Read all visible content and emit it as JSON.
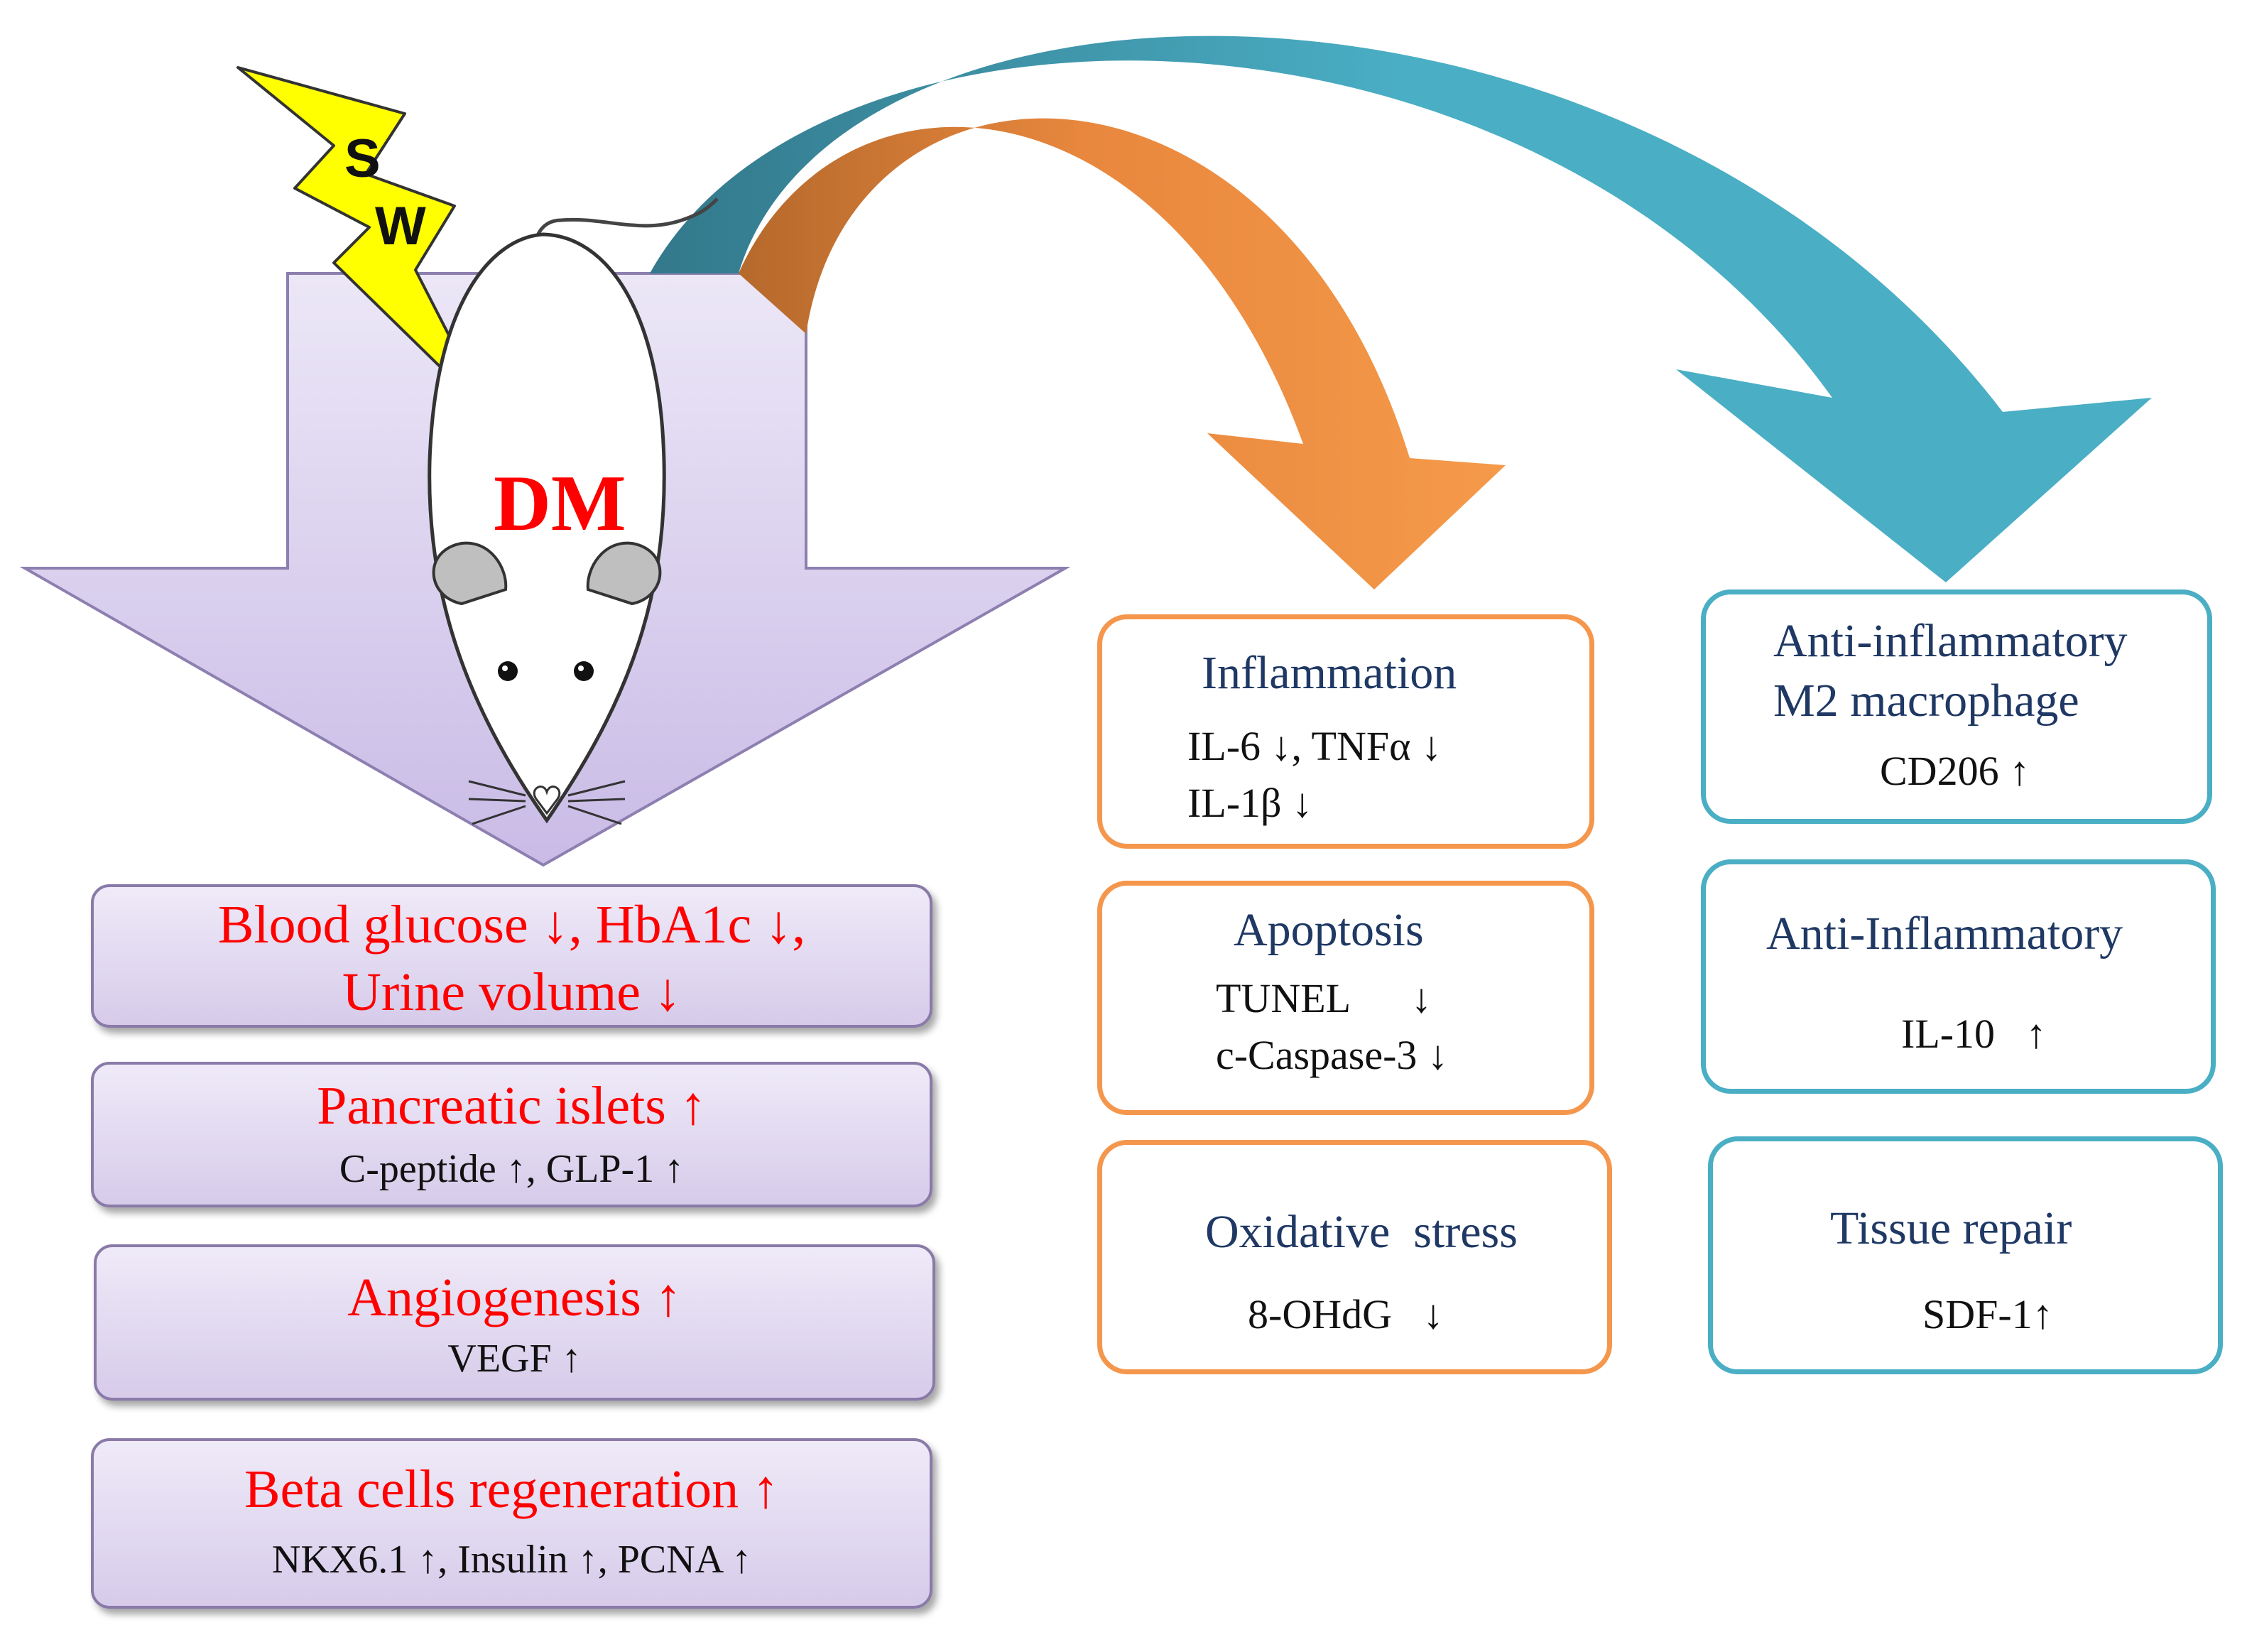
{
  "zap": {
    "line1": "S",
    "line2": "W"
  },
  "mouse": {
    "label": "DM"
  },
  "left_boxes": [
    {
      "line1": "Blood glucose ↓, HbA1c ↓,",
      "line2": "Urine volume ↓"
    },
    {
      "title": "Pancreatic islets ↑",
      "sub": "C-peptide ↑,  GLP-1 ↑"
    },
    {
      "title": "Angiogenesis ↑",
      "sub": "VEGF ↑"
    },
    {
      "title": "Beta cells regeneration ↑",
      "sub": "NKX6.1 ↑,  Insulin ↑,  PCNA ↑"
    }
  ],
  "mid_boxes": [
    {
      "title": "Inflammation",
      "line1": "IL-6  ↓,  TNFα ↓",
      "line2": "IL-1β ↓"
    },
    {
      "title": "Apoptosis",
      "line1": "TUNEL      ↓",
      "line2": "c-Caspase-3 ↓"
    },
    {
      "title": "Oxidative  stress",
      "line1": "8-OHdG   ↓"
    }
  ],
  "right_boxes": [
    {
      "title1": "Anti-inflammatory",
      "title2": "M2 macrophage",
      "line1": "CD206 ↑"
    },
    {
      "title": "Anti-Inflammatory",
      "line1": "IL-10   ↑"
    },
    {
      "title": "Tissue repair",
      "line1": "SDF-1↑"
    }
  ],
  "colors": {
    "purple_arrow": "#d5c9ec",
    "orange_arrow": "#f59a4a",
    "orange_dark": "#c07533",
    "teal_arrow": "#4aaec4",
    "teal_dark": "#3a7f92",
    "highlight_red": "#ff0000",
    "heading_navy": "#1f3864"
  }
}
